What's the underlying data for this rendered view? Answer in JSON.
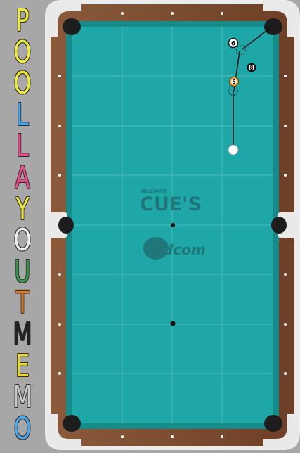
{
  "title": {
    "letters": [
      {
        "char": "P",
        "color": "#f2ea3b"
      },
      {
        "char": "O",
        "color": "#f2ea3b"
      },
      {
        "char": "O",
        "color": "#f2ea3b"
      },
      {
        "char": "L",
        "color": "#4aa8f0"
      },
      {
        "char": "L",
        "color": "#e84a8a"
      },
      {
        "char": "A",
        "color": "#e84a8a"
      },
      {
        "char": "Y",
        "color": "#f2ea3b"
      },
      {
        "char": "O",
        "color": "#f0f0f0"
      },
      {
        "char": "U",
        "color": "#3a9a4a"
      },
      {
        "char": "T",
        "color": "#d77a2a"
      },
      {
        "char": "M",
        "color": "#222222"
      },
      {
        "char": "E",
        "color": "#e8d830"
      },
      {
        "char": "M",
        "color": "#c9c9c9"
      },
      {
        "char": "O",
        "color": "#4aa8f0"
      }
    ]
  },
  "logo": {
    "small_text": "BILLIARD",
    "brand_text": "CUE'S",
    "domain_text": "dcom",
    "color": "#1f6e74"
  },
  "balls": [
    {
      "label": "6",
      "type": "object",
      "color": "#ffffff"
    },
    {
      "label": "8",
      "type": "object",
      "color": "#111111"
    },
    {
      "label": "5",
      "type": "object",
      "color": "#f2a23a"
    },
    {
      "label": "",
      "type": "cue",
      "color": "#ffffff"
    }
  ],
  "colors": {
    "cloth": "#1fa6a6",
    "rail_wood": "#7a4a2e",
    "pocket": "#1d1d1d",
    "sidebar": "#a7a7a7"
  }
}
